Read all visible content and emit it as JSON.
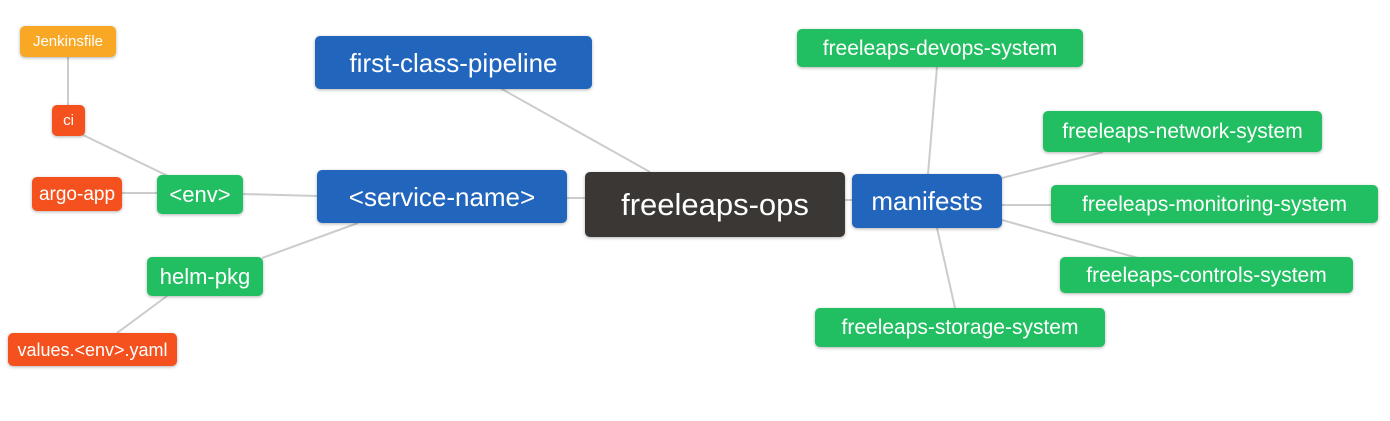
{
  "diagram": {
    "type": "mindmap",
    "root_label": "freeleaps-ops",
    "palette": {
      "node_blue": "#2265bd",
      "node_green": "#21bf61",
      "node_red": "#f4511e",
      "node_amber": "#f9a825",
      "node_dark": "#3b3734",
      "edge_line": "#cccccc",
      "node_text": "#ffffff",
      "background": "#ffffff"
    },
    "nodes": [
      {
        "id": "jenkinsfile",
        "label": "Jenkinsfile",
        "color": "amber"
      },
      {
        "id": "ci",
        "label": "ci",
        "color": "red"
      },
      {
        "id": "argo-app",
        "label": "argo-app",
        "color": "red"
      },
      {
        "id": "env",
        "label": "<env>",
        "color": "green"
      },
      {
        "id": "helm-pkg",
        "label": "helm-pkg",
        "color": "green"
      },
      {
        "id": "values-env-yaml",
        "label": "values.<env>.yaml",
        "color": "red"
      },
      {
        "id": "first-class-pipeline",
        "label": "first-class-pipeline",
        "color": "blue"
      },
      {
        "id": "service-name",
        "label": "<service-name>",
        "color": "blue"
      },
      {
        "id": "freeleaps-ops",
        "label": "freeleaps-ops",
        "color": "dark"
      },
      {
        "id": "manifests",
        "label": "manifests",
        "color": "blue"
      },
      {
        "id": "freeleaps-devops-system",
        "label": "freeleaps-devops-system",
        "color": "green"
      },
      {
        "id": "freeleaps-network-system",
        "label": "freeleaps-network-system",
        "color": "green"
      },
      {
        "id": "freeleaps-monitoring-system",
        "label": "freeleaps-monitoring-system",
        "color": "green"
      },
      {
        "id": "freeleaps-controls-system",
        "label": "freeleaps-controls-system",
        "color": "green"
      },
      {
        "id": "freeleaps-storage-system",
        "label": "freeleaps-storage-system",
        "color": "green"
      }
    ],
    "edges": [
      {
        "from": "jenkinsfile",
        "to": "ci"
      },
      {
        "from": "ci",
        "to": "env"
      },
      {
        "from": "argo-app",
        "to": "env"
      },
      {
        "from": "env",
        "to": "service-name"
      },
      {
        "from": "helm-pkg",
        "to": "service-name"
      },
      {
        "from": "values-env-yaml",
        "to": "helm-pkg"
      },
      {
        "from": "first-class-pipeline",
        "to": "freeleaps-ops"
      },
      {
        "from": "service-name",
        "to": "freeleaps-ops"
      },
      {
        "from": "freeleaps-ops",
        "to": "manifests"
      },
      {
        "from": "manifests",
        "to": "freeleaps-devops-system"
      },
      {
        "from": "manifests",
        "to": "freeleaps-network-system"
      },
      {
        "from": "manifests",
        "to": "freeleaps-monitoring-system"
      },
      {
        "from": "manifests",
        "to": "freeleaps-controls-system"
      },
      {
        "from": "manifests",
        "to": "freeleaps-storage-system"
      }
    ]
  }
}
